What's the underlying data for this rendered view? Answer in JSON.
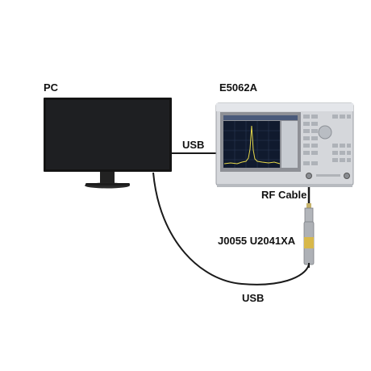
{
  "labels": {
    "pc": "PC",
    "analyzer": "E5062A",
    "usb_top": "USB",
    "rf_cable": "RF Cable",
    "sensor": "J0055 U2041XA",
    "usb_bottom": "USB"
  },
  "colors": {
    "monitor_body": "#141414",
    "monitor_screen": "#1e1f22",
    "analyzer_body": "#d5d7db",
    "analyzer_screen": "#101a2e",
    "trace": "#e6d84a",
    "sensor_band": "#d8b84a",
    "cable": "#1a1a1a"
  },
  "icons": {
    "pc": "monitor-icon",
    "analyzer": "network-analyzer-icon",
    "sensor": "power-sensor-icon"
  }
}
